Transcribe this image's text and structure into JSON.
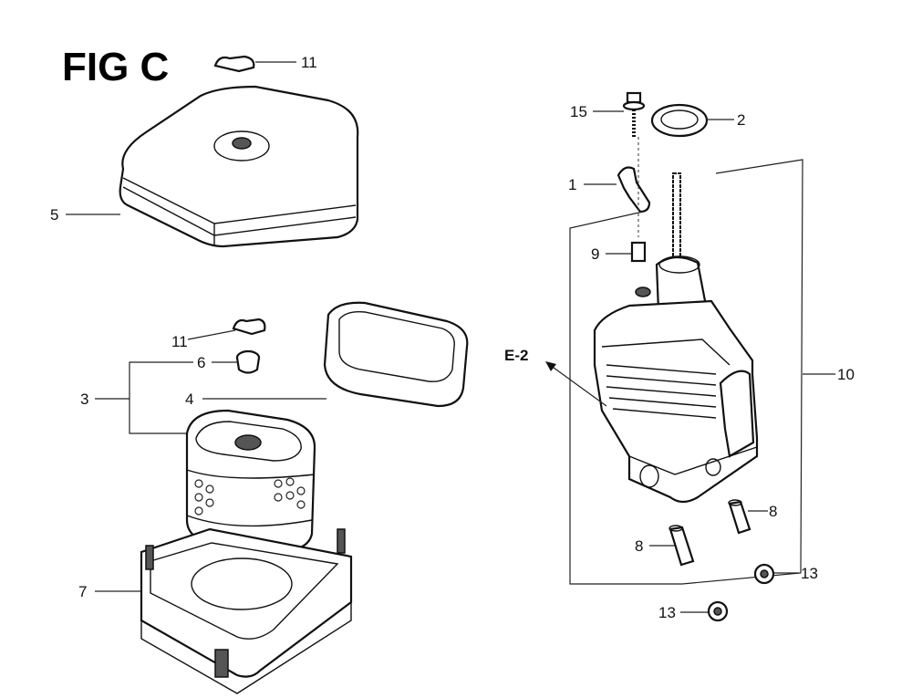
{
  "figure": {
    "title": "FIG C",
    "callouts": {
      "wing_nut_top": "11",
      "cover": "5",
      "wing_nut_mid": "11",
      "nut_6": "6",
      "element_assy": "3",
      "foam_element": "4",
      "base": "7",
      "bolt": "15",
      "gasket": "2",
      "clamp": "1",
      "collar": "9",
      "muffler_assy": "10",
      "ref": "E-2",
      "pipe_a": "8",
      "pipe_b": "8",
      "nut_a": "13",
      "nut_b": "13"
    }
  }
}
